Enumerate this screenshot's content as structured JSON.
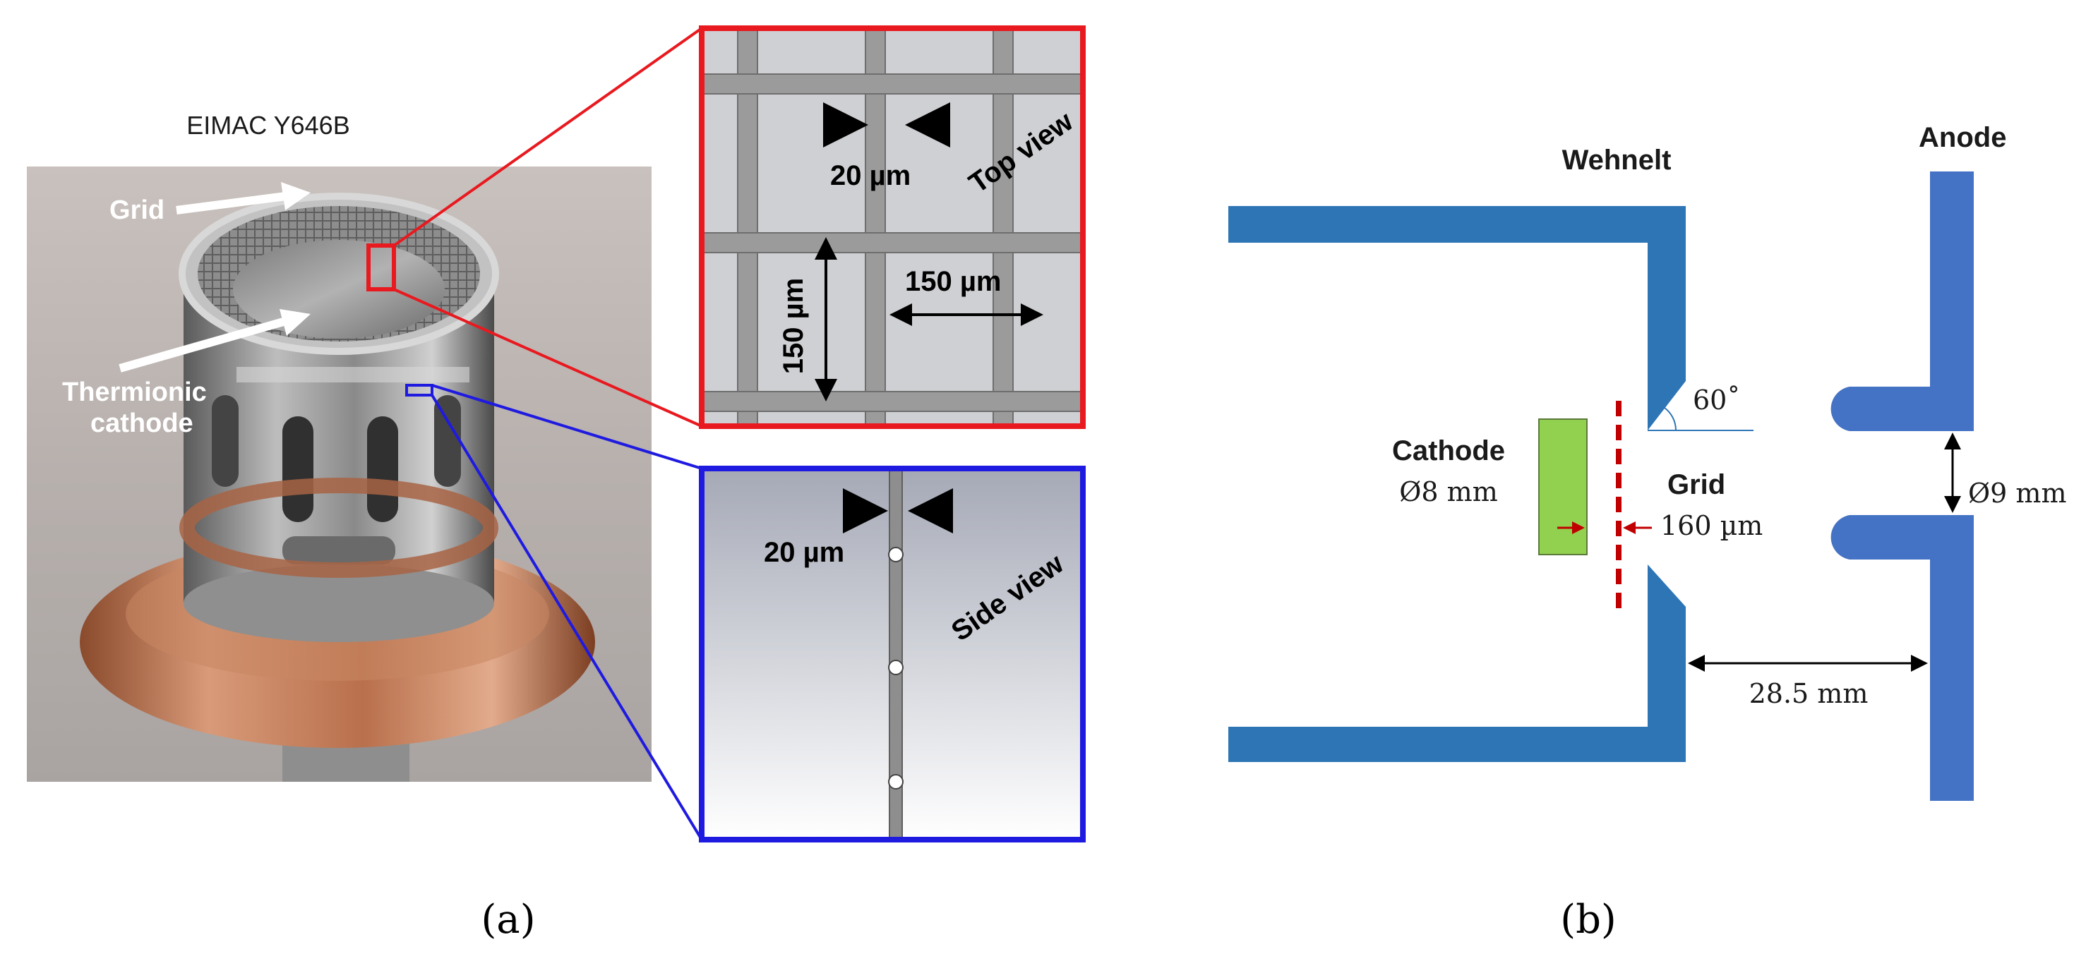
{
  "panel_a": {
    "device_label": "EIMAC Y646B",
    "grid_label": "Grid",
    "cathode_label_line1": "Thermionic",
    "cathode_label_line2": "cathode",
    "top_view": {
      "title": "Top view",
      "wire_width": "20 µm",
      "pitch_horizontal": "150 µm",
      "pitch_vertical": "150 µm",
      "frame_color": "#e8191f"
    },
    "side_view": {
      "title": "Side view",
      "wire_width": "20 µm",
      "frame_color": "#1f1ae0"
    },
    "caption": "(a)"
  },
  "panel_b": {
    "wehnelt_label": "Wehnelt",
    "anode_label": "Anode",
    "cathode_label": "Cathode",
    "cathode_diameter": "Ø8 mm",
    "grid_label": "Grid",
    "grid_gap": "160 µm",
    "angle": "60˚",
    "anode_aperture": "Ø9 mm",
    "spacing": "28.5 mm",
    "electrode_color": "#2e75b6",
    "anode_color": "#4472c4",
    "cathode_color": "#92d050",
    "grid_color": "#c00000",
    "caption": "(b)"
  }
}
